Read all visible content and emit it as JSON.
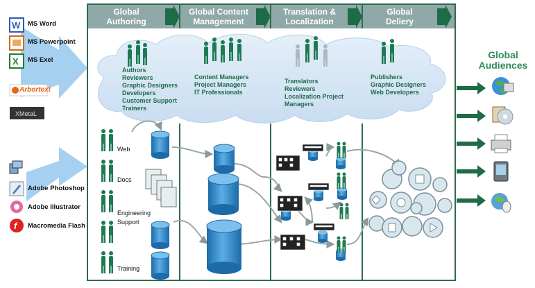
{
  "tools_top": [
    {
      "label": "MS Word",
      "icon": "word-icon",
      "color": "#2b5fb4"
    },
    {
      "label": "MS Powerpoint",
      "icon": "powerpoint-icon",
      "color": "#d2691e"
    },
    {
      "label": "MS Exel",
      "icon": "excel-icon",
      "color": "#1e7e34"
    }
  ],
  "logos": [
    {
      "label": "Arbortext",
      "icon": "arbortext-logo"
    },
    {
      "label": "XMetaL",
      "icon": "xmetal-logo"
    }
  ],
  "tools_bottom": [
    {
      "label": "",
      "icon": "computer-icon"
    },
    {
      "label": "Adobe Photoshop",
      "icon": "photoshop-icon"
    },
    {
      "label": "Adobe Illustrator",
      "icon": "illustrator-icon"
    },
    {
      "label": "Macromedia Flash",
      "icon": "flash-icon"
    }
  ],
  "stages": [
    {
      "title_line1": "Global",
      "title_line2": "Authoring",
      "roles": [
        "Authors",
        "Reviewers",
        "Graphic Designers",
        "Developers",
        "Customer Support",
        "Trainers"
      ]
    },
    {
      "title_line1": "Global Content",
      "title_line2": "Management",
      "roles": [
        "Content Managers",
        "Project Managers",
        "IT Professionals"
      ]
    },
    {
      "title_line1": "Translation &",
      "title_line2": "Localization",
      "roles": [
        "Translators",
        "Reviewers",
        "Localization Project",
        "Managers"
      ]
    },
    {
      "title_line1": "Global",
      "title_line2": "Deliery",
      "roles": [
        "Publishers",
        "Graphic Designers",
        "Web Developers"
      ]
    }
  ],
  "sources": [
    "Web",
    "Docs",
    "Engineering",
    "Support",
    "Training"
  ],
  "audiences": {
    "title_line1": "Global",
    "title_line2": "Audiences",
    "devices": [
      "globe-icon",
      "cd-icon",
      "printer-icon",
      "pda-icon",
      "mouse-globe-icon"
    ]
  },
  "colors": {
    "frame": "#2e6b4f",
    "header": "#8fa8a8",
    "arrow": "#1e6b47",
    "figure": "#1e7a52",
    "cylinder": "#2a7fc0",
    "cloud": "#d5e6f5",
    "blue_arrow": "#8fc3ea"
  }
}
